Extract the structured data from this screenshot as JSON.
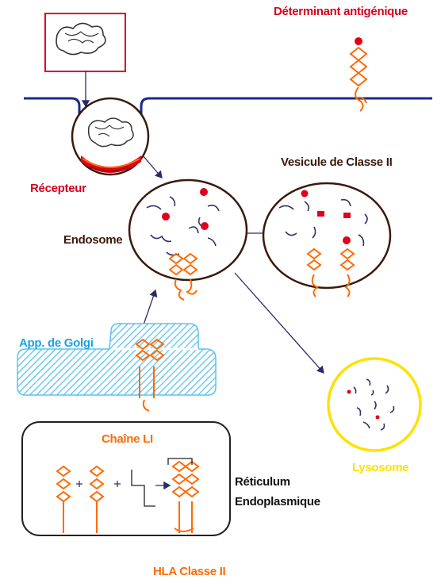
{
  "labels": {
    "antigenic_determinant": "Déterminant antigénique",
    "receptor": "Récepteur",
    "class_ii_vesicle": "Vesicule de Classe II",
    "endosome": "Endosome",
    "golgi": "App. de Golgi",
    "li_chain": "Chaîne LI",
    "lysosome": "Lysosome",
    "reticulum_line1": "Réticulum",
    "reticulum_line2": "Endoplasmique",
    "hla_class_ii": "HLA Classe II"
  },
  "colors": {
    "membrane": "#1a2b8c",
    "vesicle_outline": "#3a1a0a",
    "antigen": "#e0001a",
    "protein": "#ff6a00",
    "lysosome": "#ffe100",
    "golgi": "#5bc3ee",
    "antigen_box": "#e0001a"
  }
}
